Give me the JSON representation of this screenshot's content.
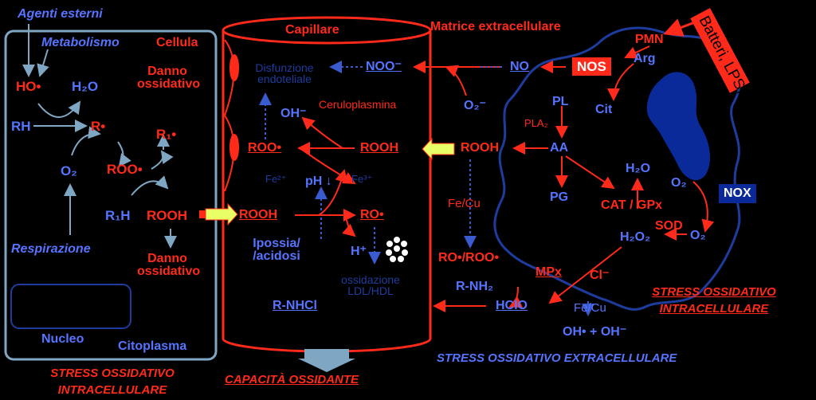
{
  "cell": {
    "agenti_esterni": "Agenti esterni",
    "metabolismo": "Metabolismo",
    "cellula": "Cellula",
    "ho": "HO•",
    "h2o": "H₂O",
    "rh": "RH",
    "r": "R•",
    "danno1": "Danno",
    "ossidativo1": "ossidativo",
    "r1": "R₁•",
    "o2": "O₂",
    "roo": "ROO•",
    "r1h": "R₁H",
    "rooh": "ROOH",
    "respirazione": "Respirazione",
    "danno2": "Danno",
    "ossidativo2": "ossidativo",
    "nucleo": "Nucleo",
    "citoplasma": "Citoplasma"
  },
  "capillary": {
    "capillare": "Capillare",
    "disfunzione": "Disfunzione",
    "endoteliale": "endoteliale",
    "noo": "NOO⁻",
    "ceruloplasmina": "Ceruloplasmina",
    "oh": "OH⁻",
    "roo": "ROO•",
    "rooh_top": "ROOH",
    "fe2": "Fe²⁺",
    "ph": "pH ↓",
    "fe3": "Fe³⁺",
    "rooh_mid": "ROOH",
    "ro": "RO•",
    "ipossia": "Ipossia/",
    "acidosi": "/acidosi",
    "hplus": "H⁺",
    "ossidazione": "ossidazione",
    "ldlhdl": "LDL/HDL",
    "rnhcl": "R-NHCl"
  },
  "extracellular": {
    "matrice": "Matrice extracellulare",
    "pmn": "PMN",
    "batteri": "Batteri, LPS, Ig",
    "no": "NO",
    "nos": "NOS",
    "arg": "Arg",
    "o2minus": "O₂⁻",
    "pl": "PL",
    "cit": "Cit",
    "pla2": "PLA₂",
    "rooh": "ROOH",
    "aa": "AA",
    "h2o": "H₂O",
    "o2": "O₂",
    "nox": "NOX",
    "fecu1": "Fe/Cu",
    "pg": "PG",
    "catgpx": "CAT / GPx",
    "sod": "SOD",
    "h2o2": "H₂O₂",
    "o2b": "O₂",
    "ro_roo": "RO•/ROO•",
    "mpx": "MPx",
    "cl": "Cl⁻",
    "rnh2": "R-NH₂",
    "hclo": "HClO",
    "fecu2": "Fe/Cu",
    "ohrad": "OH• + OH⁻"
  },
  "footer": {
    "stress_intra_left_1": "STRESS OSSIDATIVO",
    "stress_intra_left_2": "INTRACELLULARE",
    "capacita": "CAPACITÀ OSSIDANTE",
    "stress_extra": "STRESS OSSIDATIVO EXTRACELLULARE",
    "stress_intra_right_1": "STRESS OSSIDATIVO",
    "stress_intra_right_2": "INTRACELLULARE"
  },
  "colors": {
    "red": "#ff2a1a",
    "navy": "#1e3c9e",
    "cell_border": "#7fa7c4",
    "arrow_green": "#e8ff66"
  }
}
